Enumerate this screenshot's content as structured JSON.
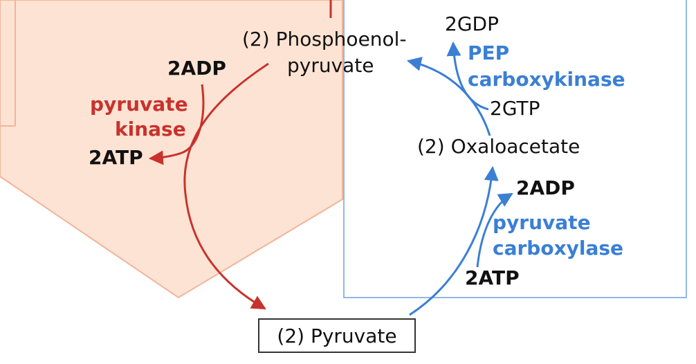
{
  "colors": {
    "glycolysis_arrow_fill": "#fde3d3",
    "glycolysis_arrow_stroke": "#f0b59a",
    "glycolysis_enzyme": "#c8322d",
    "gluconeogenesis_enzyme": "#3a7fd4",
    "text": "#111111"
  },
  "compounds": {
    "pep_line1": "(2) Phosphoenol-",
    "pep_line2": "pyruvate",
    "oxaloacetate": "(2) Oxaloacetate",
    "pyruvate": "(2) Pyruvate"
  },
  "glycolysis_step": {
    "enzyme_line1": "pyruvate",
    "enzyme_line2": "kinase",
    "substrate": "2ADP",
    "product": "2ATP"
  },
  "gluconeogenesis_step1": {
    "enzyme_line1": "pyruvate",
    "enzyme_line2": "carboxylase",
    "cofactor_in": "2ATP",
    "cofactor_out": "2ADP"
  },
  "gluconeogenesis_step2": {
    "enzyme_line1": "PEP",
    "enzyme_line2": "carboxykinase",
    "cofactor_in": "2GTP",
    "cofactor_out": "2GDP"
  }
}
